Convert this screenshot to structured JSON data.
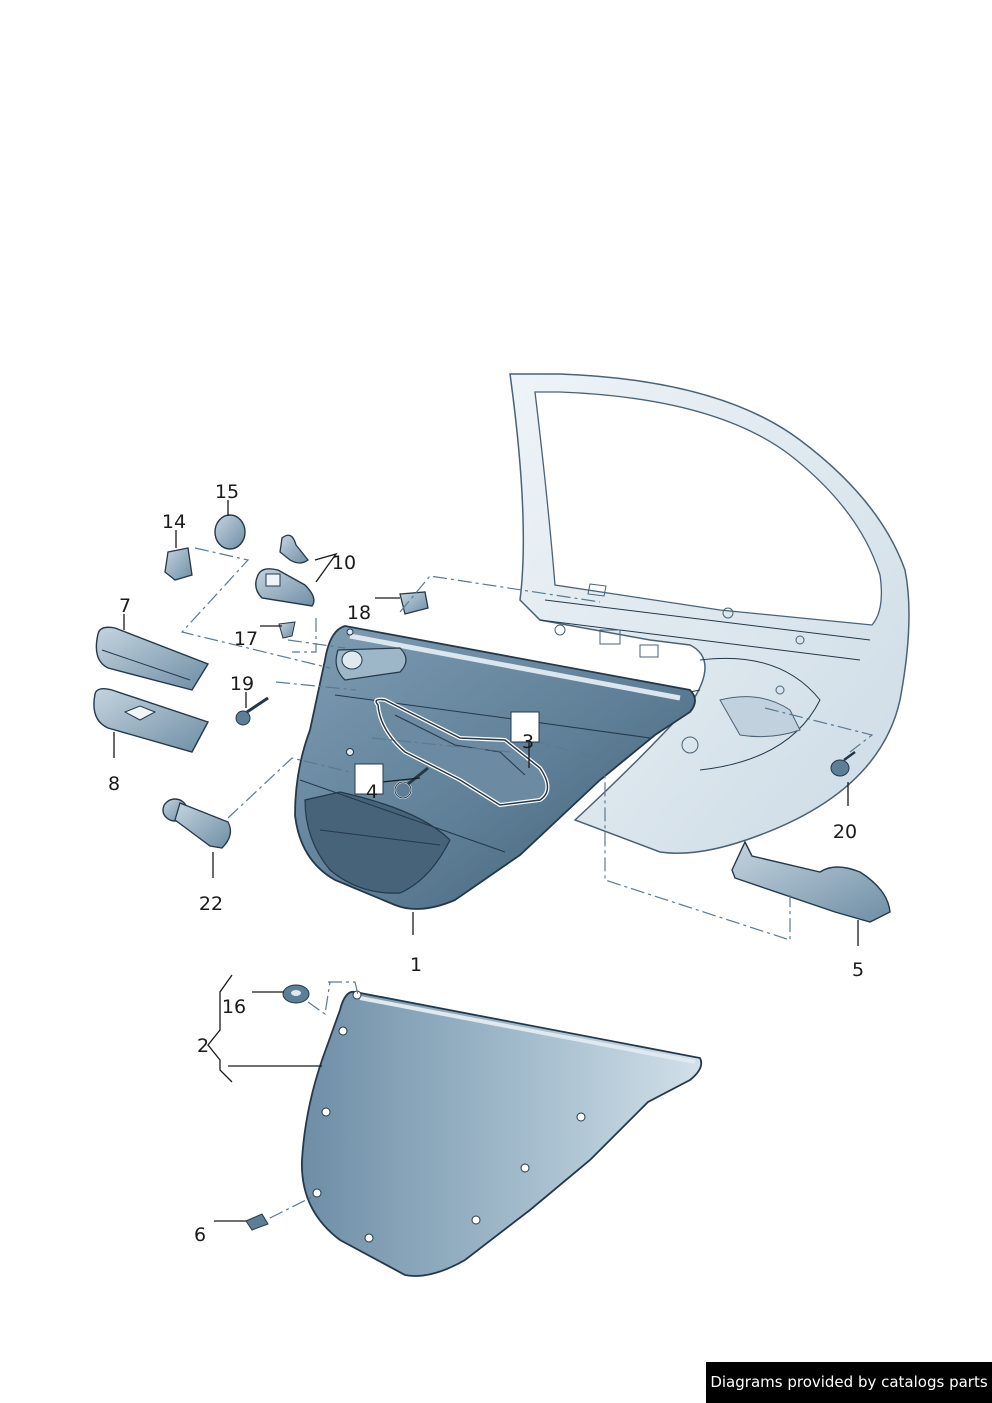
{
  "callouts": {
    "c1": "1",
    "c2": "2",
    "c3": "3",
    "c4": "4",
    "c5": "5",
    "c6": "6",
    "c7": "7",
    "c8": "8",
    "c10": "10",
    "c14": "14",
    "c15": "15",
    "c16": "16",
    "c17": "17",
    "c18": "18",
    "c19": "19",
    "c20": "20",
    "c22": "22"
  },
  "credit": "Diagrams provided by catalogs parts",
  "colors": {
    "panel_dark": "#5c7e96",
    "panel_mid": "#8fabc0",
    "panel_light": "#c9d9e4",
    "door_shell": "#dfe9f0",
    "outline": "#24384a"
  }
}
